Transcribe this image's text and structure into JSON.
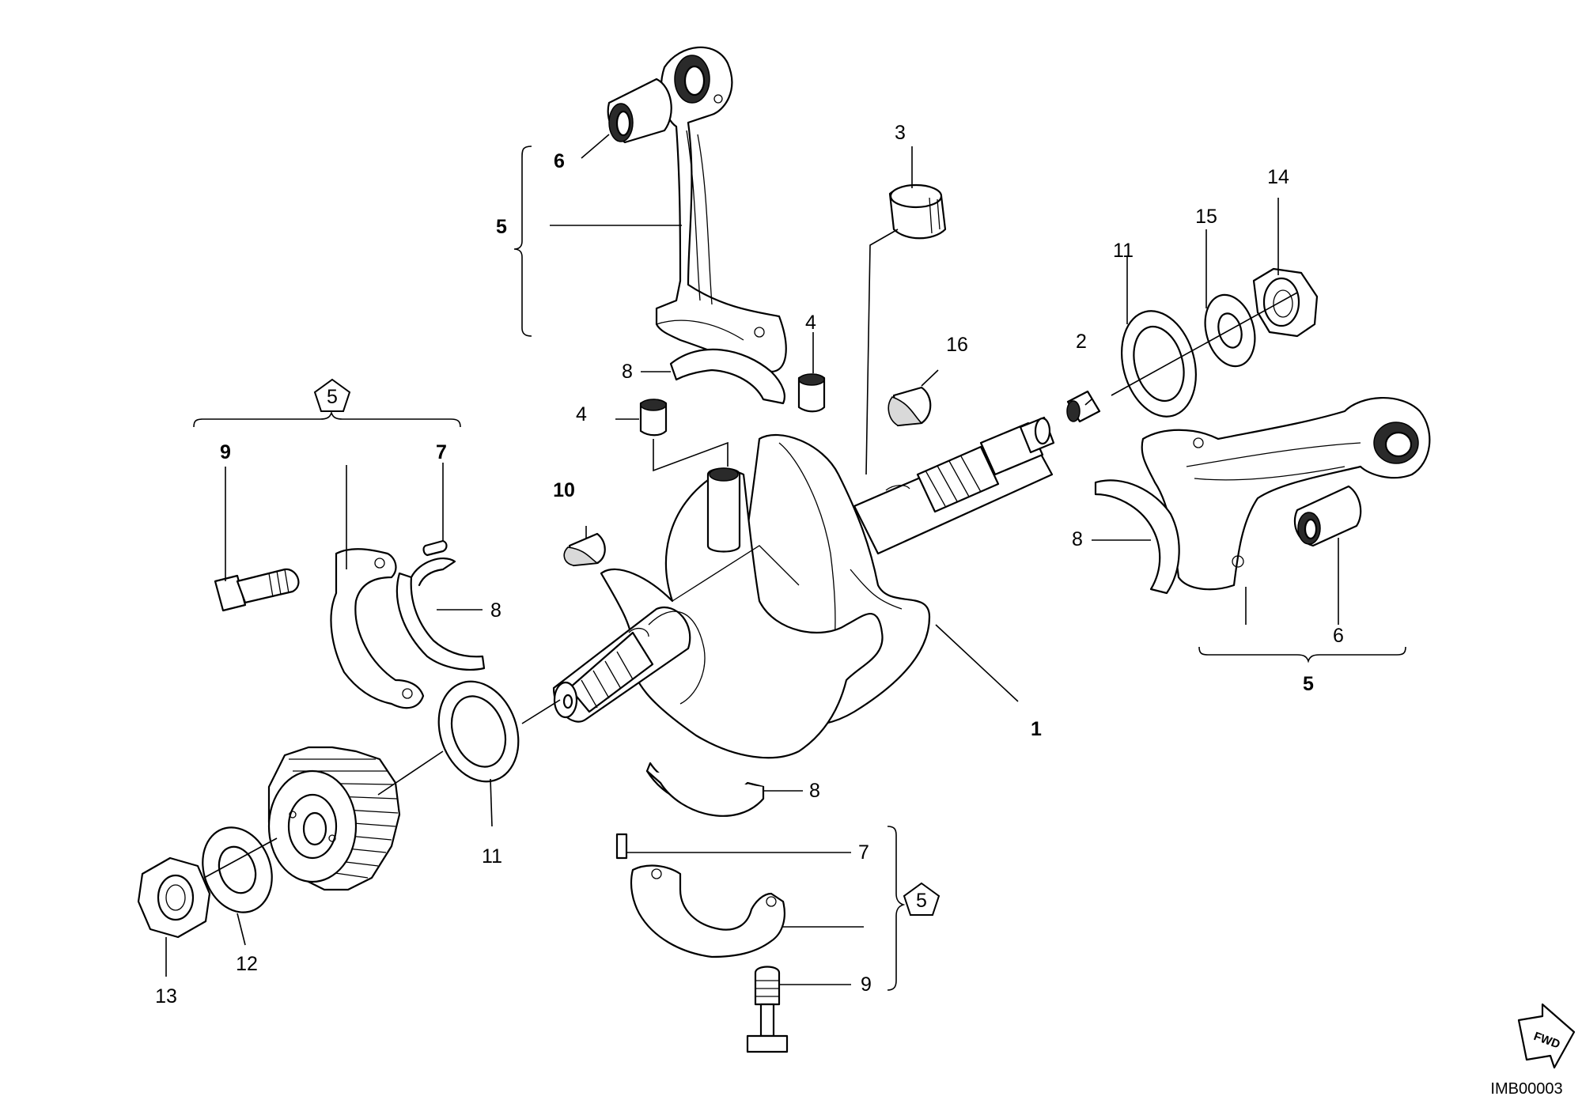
{
  "diagram": {
    "image_code": "IMB00003",
    "fwd_label": "FWD",
    "kit_badge": "5",
    "callouts": {
      "c1": "1",
      "c2": "2",
      "c3": "3",
      "c4a": "4",
      "c4b": "4",
      "c5_top": "5",
      "c5_right": "5",
      "c6_top": "6",
      "c6_right": "6",
      "c7_left": "7",
      "c7_bottom": "7",
      "c8_top": "8",
      "c8_left": "8",
      "c8_right": "8",
      "c8_bottom": "8",
      "c9_left": "9",
      "c9_bottom": "9",
      "c10": "10",
      "c11_right": "11",
      "c11_left": "11",
      "c12": "12",
      "c13": "13",
      "c14": "14",
      "c15": "15",
      "c16": "16"
    }
  }
}
